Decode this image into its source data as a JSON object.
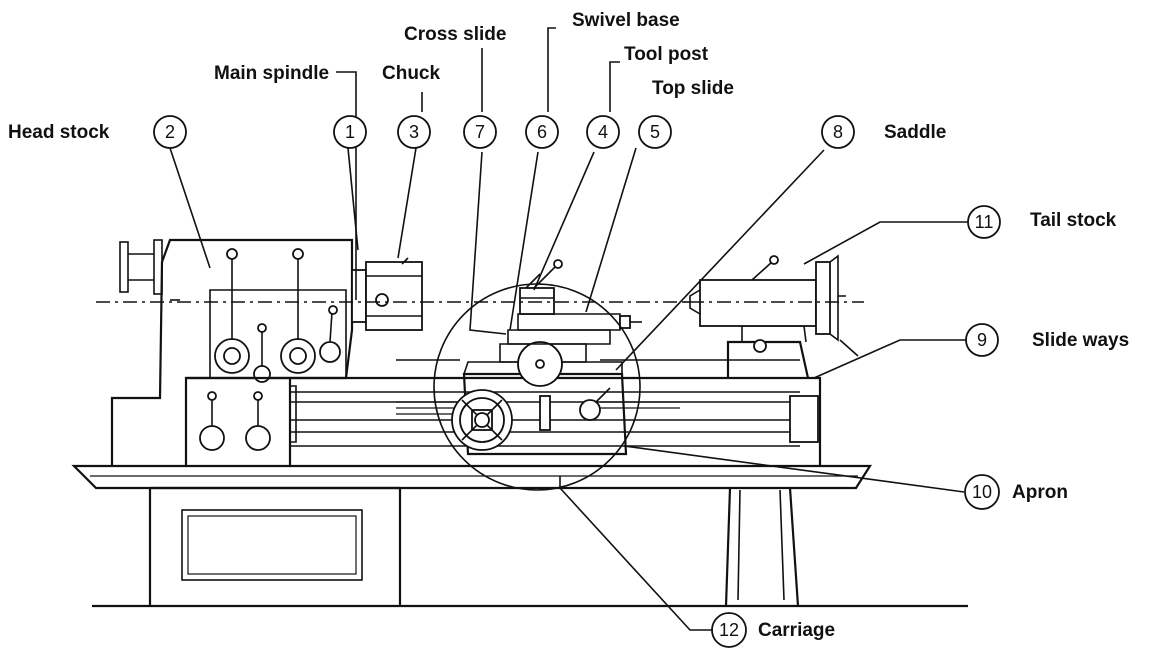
{
  "diagram": {
    "parts": [
      {
        "number": "1",
        "label": "Main spindle"
      },
      {
        "number": "2",
        "label": "Head stock"
      },
      {
        "number": "3",
        "label": "Chuck"
      },
      {
        "number": "4",
        "label": "Tool post"
      },
      {
        "number": "5",
        "label": "Top slide"
      },
      {
        "number": "6",
        "label": "Swivel base"
      },
      {
        "number": "7",
        "label": "Cross slide"
      },
      {
        "number": "8",
        "label": "Saddle"
      },
      {
        "number": "9",
        "label": "Slide ways"
      },
      {
        "number": "10",
        "label": "Apron"
      },
      {
        "number": "11",
        "label": "Tail stock"
      },
      {
        "number": "12",
        "label": "Carriage"
      }
    ]
  }
}
